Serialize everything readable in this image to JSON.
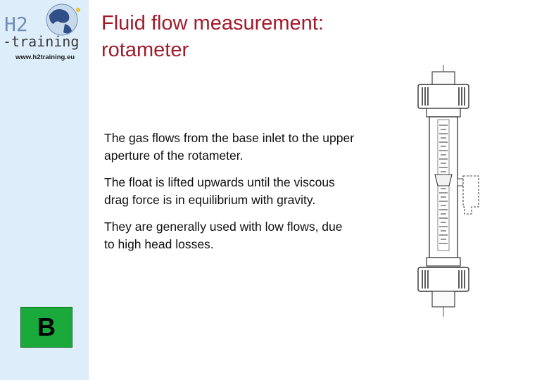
{
  "logo": {
    "top_text": "H2",
    "bottom_text": "-training",
    "url": "www.h2training.eu"
  },
  "slide": {
    "title_lines": [
      "Fluid flow measurement:",
      "rotameter"
    ],
    "paragraphs": [
      [
        "The gas flows from the base inlet to the upper",
        "aperture of the rotameter."
      ],
      [
        "The float is lifted upwards until the viscous",
        "drag force is in equilibrium with gravity."
      ],
      [
        "They are generally used with low flows, due",
        "to high head losses."
      ]
    ],
    "badge_label": "B"
  },
  "colors": {
    "sidebar_bg": "#ddeefa",
    "title": "#a31a2a",
    "badge": "#1aaa3c",
    "logo_blue": "#3a6ea8"
  }
}
